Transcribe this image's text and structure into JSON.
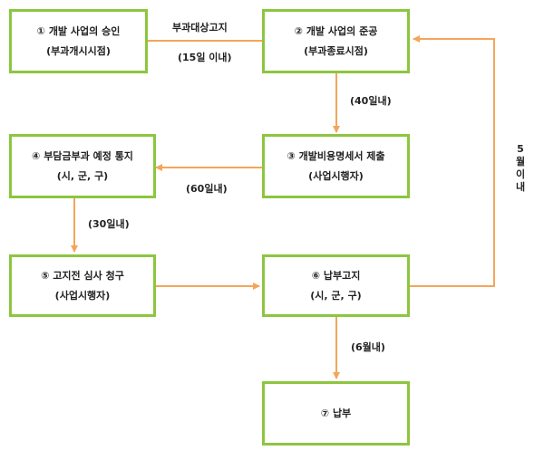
{
  "colors": {
    "box_border": "#8cc63f",
    "arrow": "#f5a55a",
    "text": "#222222"
  },
  "boxes": {
    "b1": {
      "title": "① 개발 사업의 승인",
      "sub": "(부과개시시점)"
    },
    "b2": {
      "title": "② 개발 사업의 준공",
      "sub": "(부과종료시점)"
    },
    "b3": {
      "title": "③ 개발비용명세서 제출",
      "sub": "(사업시행자)"
    },
    "b4": {
      "title": "④ 부담금부과 예정 통지",
      "sub": "(시, 군, 구)"
    },
    "b5": {
      "title": "⑤ 고지전 심사 청구",
      "sub": "(사업시행자)"
    },
    "b6": {
      "title": "⑥ 납부고지",
      "sub": "(시, 군, 구)"
    },
    "b7": {
      "title": "⑦ 납부"
    }
  },
  "labels": {
    "e12_top": "부과대상고지",
    "e12_bottom": "(15일 이내)",
    "e23": "(40일내)",
    "e34": "(60일내)",
    "e45": "(30일내)",
    "e67": "(6월내)",
    "e62_vertical": "5월 이내"
  }
}
